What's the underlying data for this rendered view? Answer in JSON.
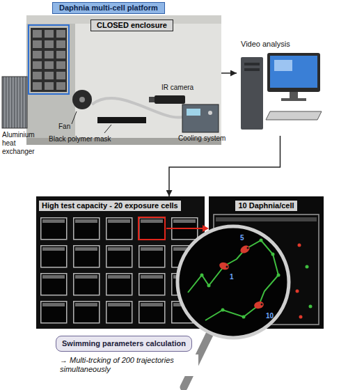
{
  "diagram": {
    "nodes": [
      {
        "text": [
          "Daphnia multi-cell platform"
        ]
      },
      {
        "text": [
          "CLOSED enclosure"
        ]
      },
      {
        "text": [
          "Video analysis"
        ]
      },
      {
        "text": [
          "High test capacity - 20 exposure cells"
        ]
      },
      {
        "text": [
          "10 Daphnia/cell"
        ]
      },
      {
        "text": [
          "Swimming parameters calculation",
          "→ Multi-trcking of 200 trajectories simultaneously"
        ]
      }
    ],
    "edges": [
      {
        "from": 1,
        "to": 2,
        "arrow": "to"
      },
      {
        "from": 2,
        "to": 3,
        "arrow": "to"
      }
    ],
    "labels": [
      "Aluminium heat exchanger",
      "Fan",
      "Black polymer mask",
      "IR camera",
      "Cooling system",
      "5",
      "1",
      "10"
    ]
  }
}
